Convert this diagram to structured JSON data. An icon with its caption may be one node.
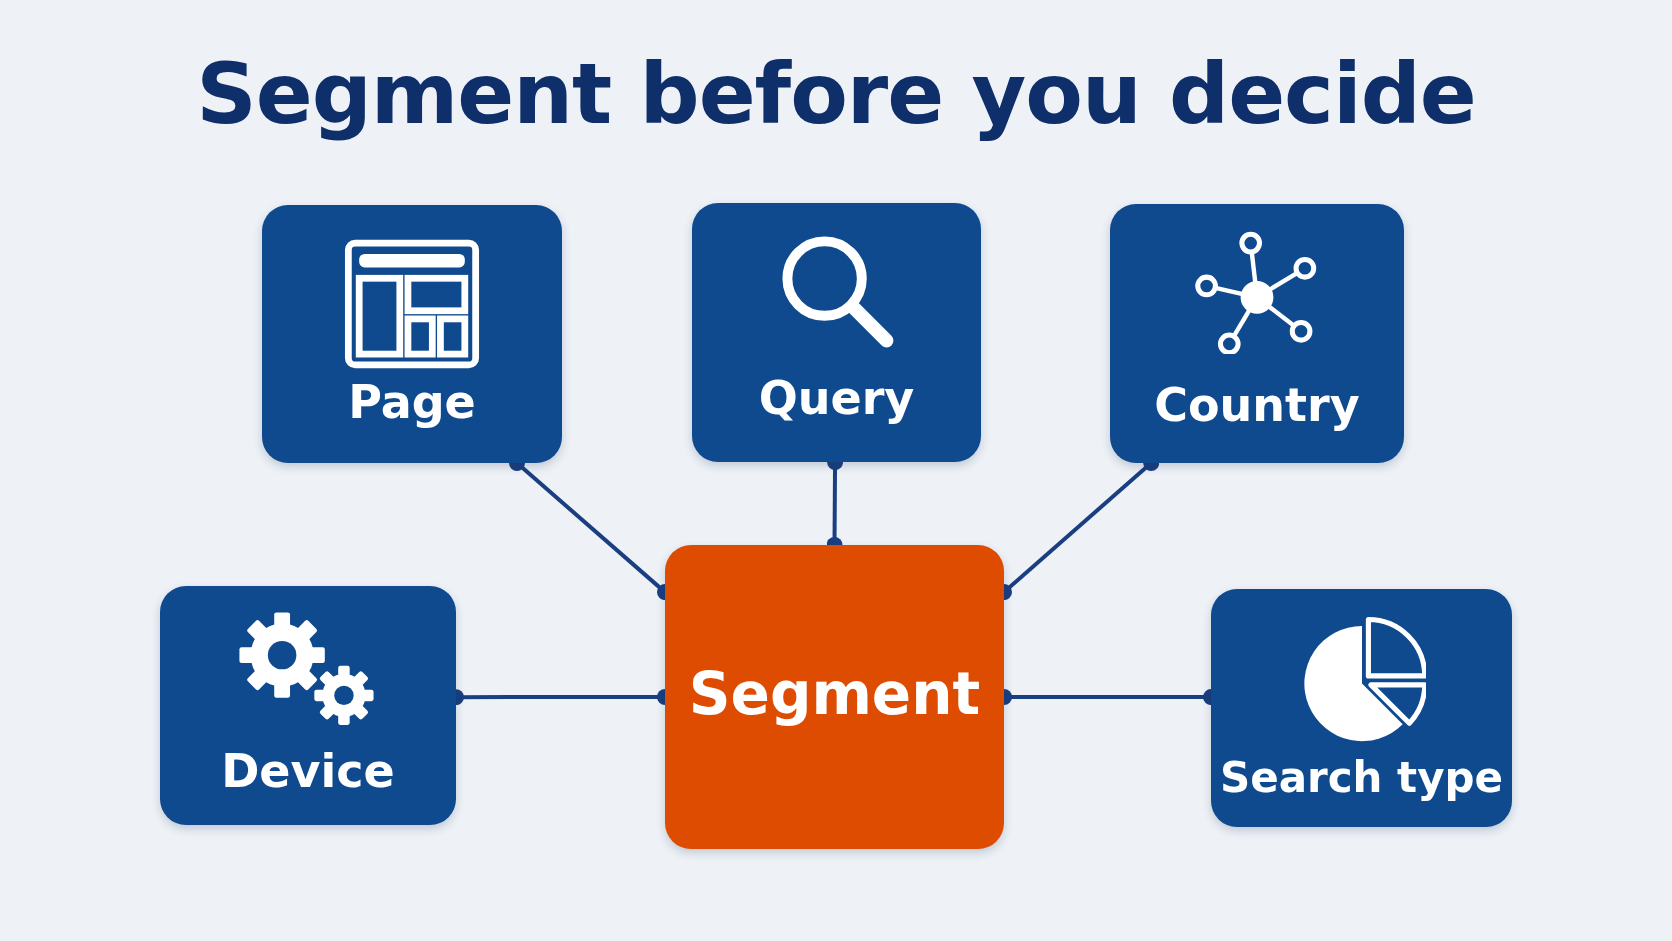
{
  "diagram": {
    "title": "Segment before you decide",
    "nodes": [
      {
        "text": [
          "Page"
        ]
      },
      {
        "text": [
          "Query"
        ]
      },
      {
        "text": [
          "Country"
        ]
      },
      {
        "text": [
          "Device"
        ]
      },
      {
        "text": [
          "Segment"
        ]
      },
      {
        "text": [
          "Search type"
        ]
      }
    ],
    "edges": [
      {
        "from": 0,
        "to": 4,
        "arrow": "other"
      },
      {
        "from": 1,
        "to": 4,
        "arrow": "other"
      },
      {
        "from": 2,
        "to": 4,
        "arrow": "other"
      },
      {
        "from": 3,
        "to": 4,
        "arrow": "other"
      },
      {
        "from": 5,
        "to": 4,
        "arrow": "other"
      }
    ]
  }
}
